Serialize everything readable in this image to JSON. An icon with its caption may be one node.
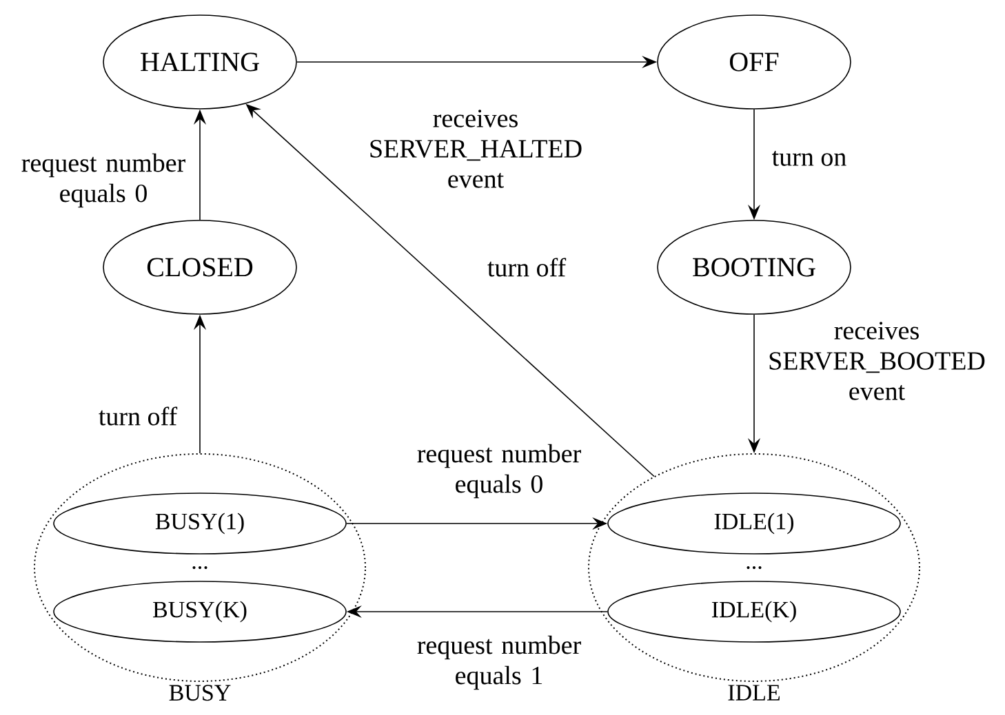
{
  "diagram": {
    "nodes": [
      {
        "text": [
          "HALTING"
        ]
      },
      {
        "text": [
          "OFF"
        ]
      },
      {
        "text": [
          "CLOSED"
        ]
      },
      {
        "text": [
          "BOOTING"
        ]
      },
      {
        "text": [
          "BUSY"
        ]
      },
      {
        "text": [
          "BUSY(1)"
        ],
        "in": 4
      },
      {
        "text": [
          "BUSY(K)"
        ],
        "in": 4
      },
      {
        "text": [
          "IDLE"
        ]
      },
      {
        "text": [
          "IDLE(1)"
        ],
        "in": 7
      },
      {
        "text": [
          "IDLE(K)"
        ],
        "in": 7
      }
    ],
    "edges": [
      {
        "from": 0,
        "to": 1,
        "arrow": "to",
        "label": "receives SERVER_HALTED event"
      },
      {
        "from": 1,
        "to": 3,
        "arrow": "to",
        "label": "turn on"
      },
      {
        "from": 3,
        "to": 7,
        "arrow": "to",
        "label": "receives SERVER_BOOTED event"
      },
      {
        "from": 7,
        "to": 0,
        "arrow": "to",
        "label": "turn off"
      },
      {
        "from": 2,
        "to": 0,
        "arrow": "to",
        "label": "request number equals 0"
      },
      {
        "from": 4,
        "to": 2,
        "arrow": "to",
        "label": "turn off"
      },
      {
        "from": 5,
        "to": 8,
        "arrow": "to",
        "label": "request number equals 0"
      },
      {
        "from": 9,
        "to": 6,
        "arrow": "to",
        "label": "request number equals 1"
      }
    ],
    "labels": [
      "...",
      "..."
    ]
  }
}
